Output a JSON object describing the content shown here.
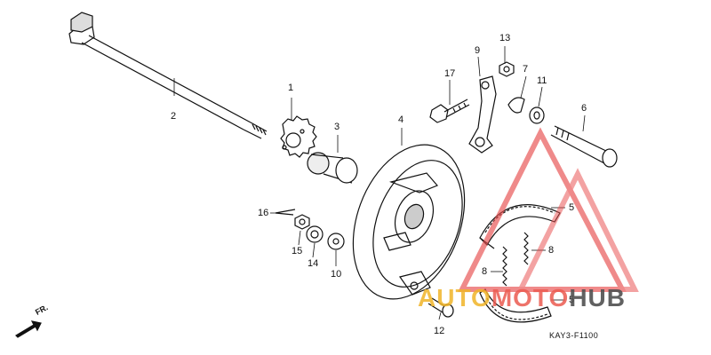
{
  "diagram": {
    "code": "KAY3-F1100",
    "direction_label": "FR.",
    "labels": {
      "1": "1",
      "2": "2",
      "3": "3",
      "4": "4",
      "5a": "5",
      "5b": "5",
      "6": "6",
      "7": "7",
      "8a": "8",
      "8b": "8",
      "9": "9",
      "10": "10",
      "11": "11",
      "12": "12",
      "13": "13",
      "14": "14",
      "15": "15",
      "16": "16",
      "17": "17"
    }
  },
  "watermark": {
    "part1": "AUTO",
    "part2": "MOTO",
    "part3": "HUB",
    "color_triangle": "#e84c4c",
    "color_auto": "#f0b428",
    "color_hub": "#505050"
  }
}
